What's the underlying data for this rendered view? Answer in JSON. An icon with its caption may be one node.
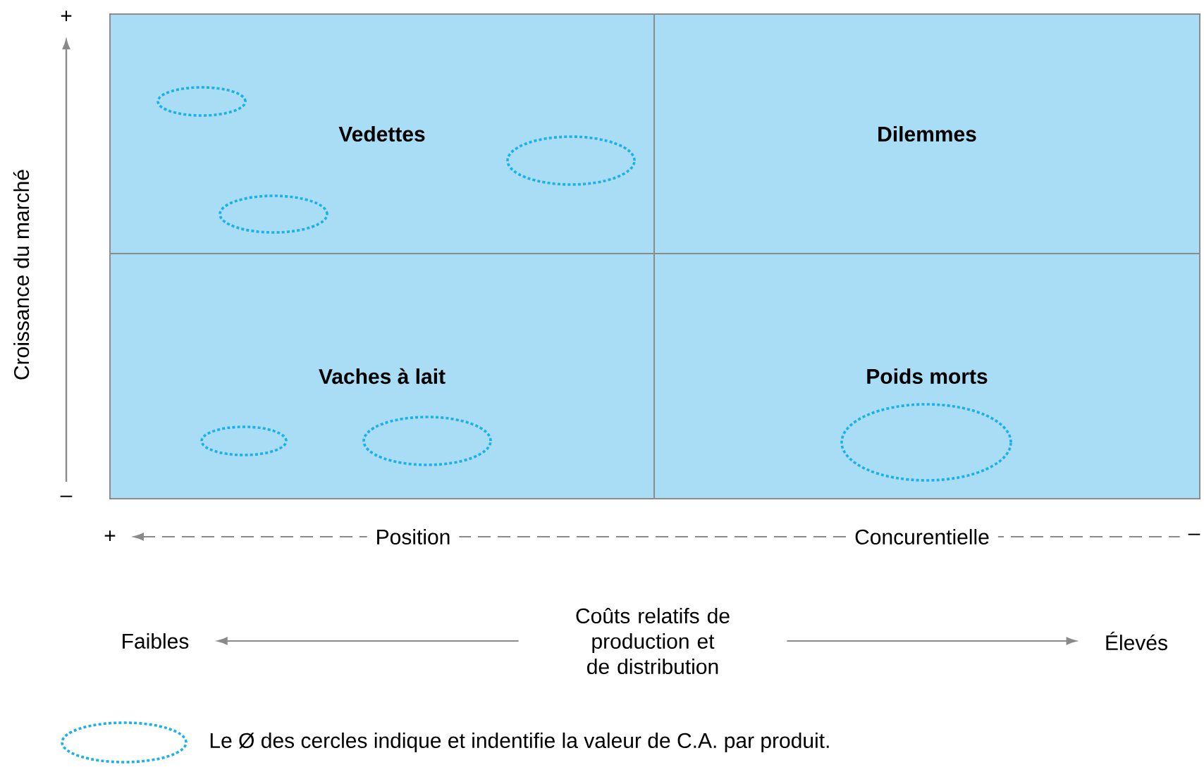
{
  "diagram": {
    "nodes": [
      {
        "text": [
          "Vedettes"
        ]
      },
      {
        "text": [],
        "shape": "circle",
        "in": 0
      },
      {
        "text": [],
        "shape": "circle",
        "in": 0
      },
      {
        "text": [],
        "shape": "circle",
        "in": 0
      },
      {
        "text": [
          "Dilemmes"
        ]
      },
      {
        "text": [
          "Vaches à lait"
        ]
      },
      {
        "text": [],
        "shape": "circle",
        "in": 5
      },
      {
        "text": [],
        "shape": "circle",
        "in": 5
      },
      {
        "text": [
          "Poids morts"
        ]
      },
      {
        "text": [],
        "shape": "circle",
        "in": 8
      },
      {
        "text": [
          "Faibles"
        ]
      },
      {
        "text": [
          "Coûts relatifs de production et de distribution"
        ]
      },
      {
        "text": [
          "Élevés"
        ]
      }
    ],
    "edges": [
      {
        "from": 11,
        "to": 10,
        "arrow": "to"
      },
      {
        "from": 11,
        "to": 12,
        "arrow": "to"
      }
    ],
    "labels": [
      "+",
      "Croissance du marché",
      "–",
      "+",
      "Position",
      "Concurentielle",
      "–"
    ],
    "legend": [
      {
        "text": "Le Ø des cercles indique et indentifie la valeur de C.A. par produit."
      }
    ]
  }
}
